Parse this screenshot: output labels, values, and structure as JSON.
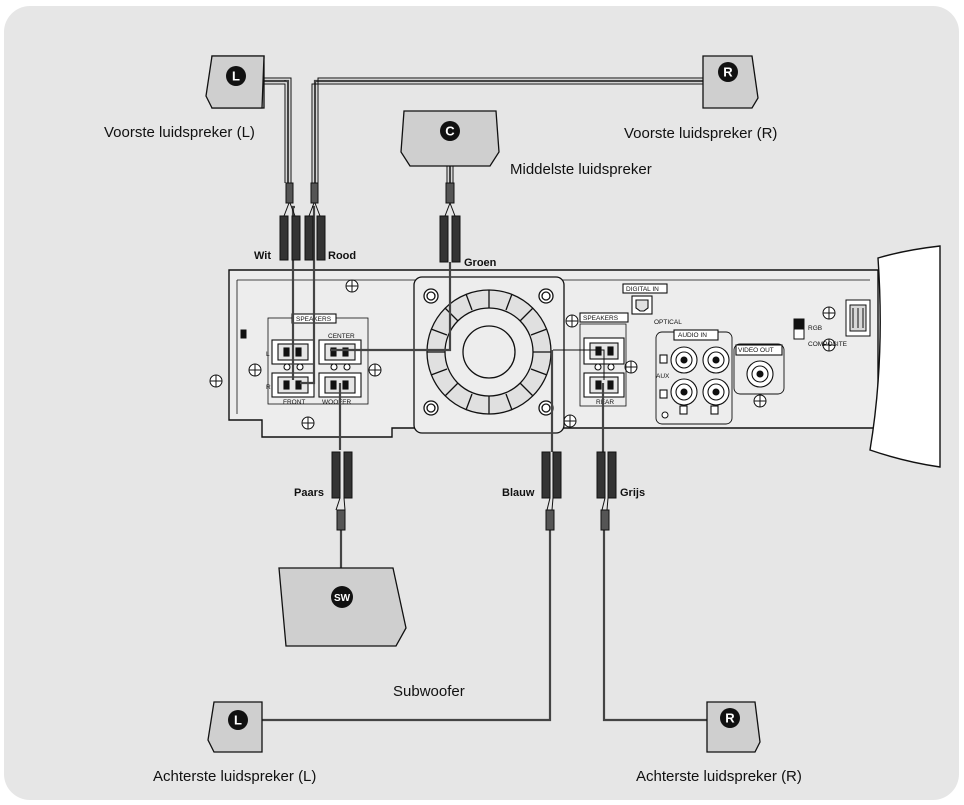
{
  "speakers": {
    "front_left": {
      "label": "Voorste luidspreker (L)",
      "badge": "L"
    },
    "front_right": {
      "label": "Voorste luidspreker (R)",
      "badge": "R"
    },
    "center": {
      "label": "Middelste luidspreker",
      "badge": "C"
    },
    "subwoofer": {
      "label": "Subwoofer",
      "badge": "SW"
    },
    "rear_left": {
      "label": "Achterste luidspreker (L)",
      "badge": "L"
    },
    "rear_right": {
      "label": "Achterste luidspreker (R)",
      "badge": "R"
    }
  },
  "wires": {
    "white": "Wit",
    "red": "Rood",
    "green": "Groen",
    "purple": "Paars",
    "blue": "Blauw",
    "grey": "Grijs"
  },
  "unit": {
    "speakers_left": "SPEAKERS",
    "center": "CENTER",
    "front": "FRONT",
    "woofer": "WOOFER",
    "speakers_right": "SPEAKERS",
    "rear": "REAR",
    "digital_in": "DIGITAL IN",
    "optical": "OPTICAL",
    "audio_in": "AUDIO IN",
    "aux": "AUX",
    "video_out": "VIDEO OUT",
    "rgb": "RGB",
    "composite": "COMPOSITE",
    "ch_l": "L",
    "ch_r": "R"
  },
  "colors": {
    "panel_bg": "#e6e6e6",
    "speaker_fill": "#c9c9c9",
    "outline": "#111111",
    "badge": "#111111"
  }
}
